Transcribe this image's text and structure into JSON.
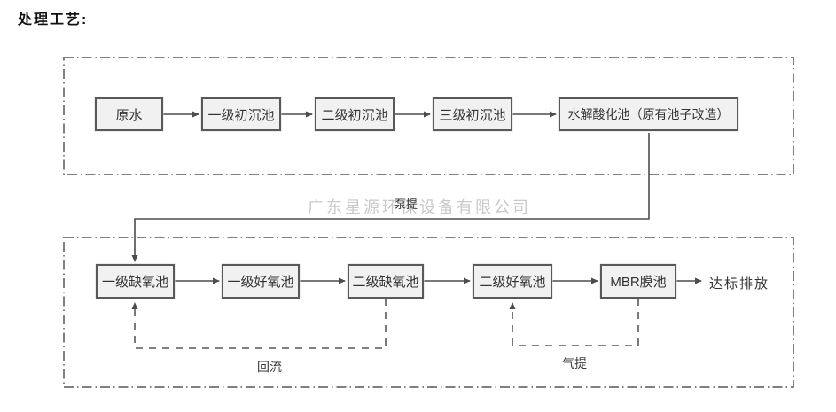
{
  "title": "处理工艺:",
  "watermark": "广东星源环保设备有限公司",
  "stage1": {
    "boxes": [
      "原水",
      "一级初沉池",
      "二级初沉池",
      "三级初沉池",
      "水解酸化池（原有池子改造）"
    ]
  },
  "stage2": {
    "boxes": [
      "一级缺氧池",
      "一级好氧池",
      "二级缺氧池",
      "二级好氧池",
      "MBR膜池"
    ]
  },
  "labels": {
    "pump": "泵提",
    "reflux": "回流",
    "gas_lift": "气提",
    "discharge": "达标排放"
  },
  "flow": {
    "stage1_sequence": "原水 → 一级初沉池 → 二级初沉池 → 三级初沉池 → 水解酸化池（原有池子改造）",
    "transfer": "水解酸化池 →(泵提)→ 一级缺氧池",
    "stage2_sequence": "一级缺氧池 → 一级好氧池 → 二级缺氧池 → 二级好氧池 → MBR膜池 → 达标排放",
    "reflux_line": "二级缺氧池 ⇢(回流)⇢ 一级缺氧池",
    "gas_lift_line": "MBR膜池 ⇢(气提)⇢ 二级好氧池"
  },
  "colors": {
    "box_fill": "#f1f1f1",
    "box_border": "#595959",
    "line": "#4d4d4d",
    "container_border": "#808080",
    "watermark": "#c9c9c9",
    "background": "#ffffff"
  }
}
